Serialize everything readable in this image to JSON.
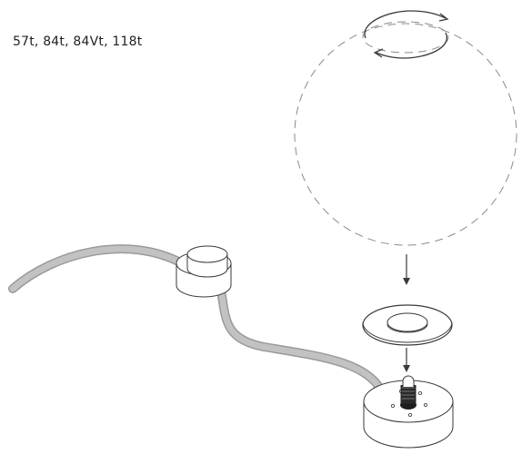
{
  "label": {
    "models": "57t, 84t, 84Vt, 118t"
  },
  "diagram": {
    "parts": [
      {
        "name": "glass-globe",
        "style": "dashed outline"
      },
      {
        "name": "rotation-indicator",
        "meaning": "twist to attach"
      },
      {
        "name": "rubber-gasket"
      },
      {
        "name": "lamp-base-with-bulb-socket"
      },
      {
        "name": "inline-dimmer-switch"
      },
      {
        "name": "power-cord"
      }
    ],
    "colors": {
      "line": "#3a3a3a",
      "dashed": "#8a8a8a",
      "cord": "#b3b3b3",
      "cord_edge": "#8f8f8f",
      "fill": "#ffffff"
    }
  }
}
